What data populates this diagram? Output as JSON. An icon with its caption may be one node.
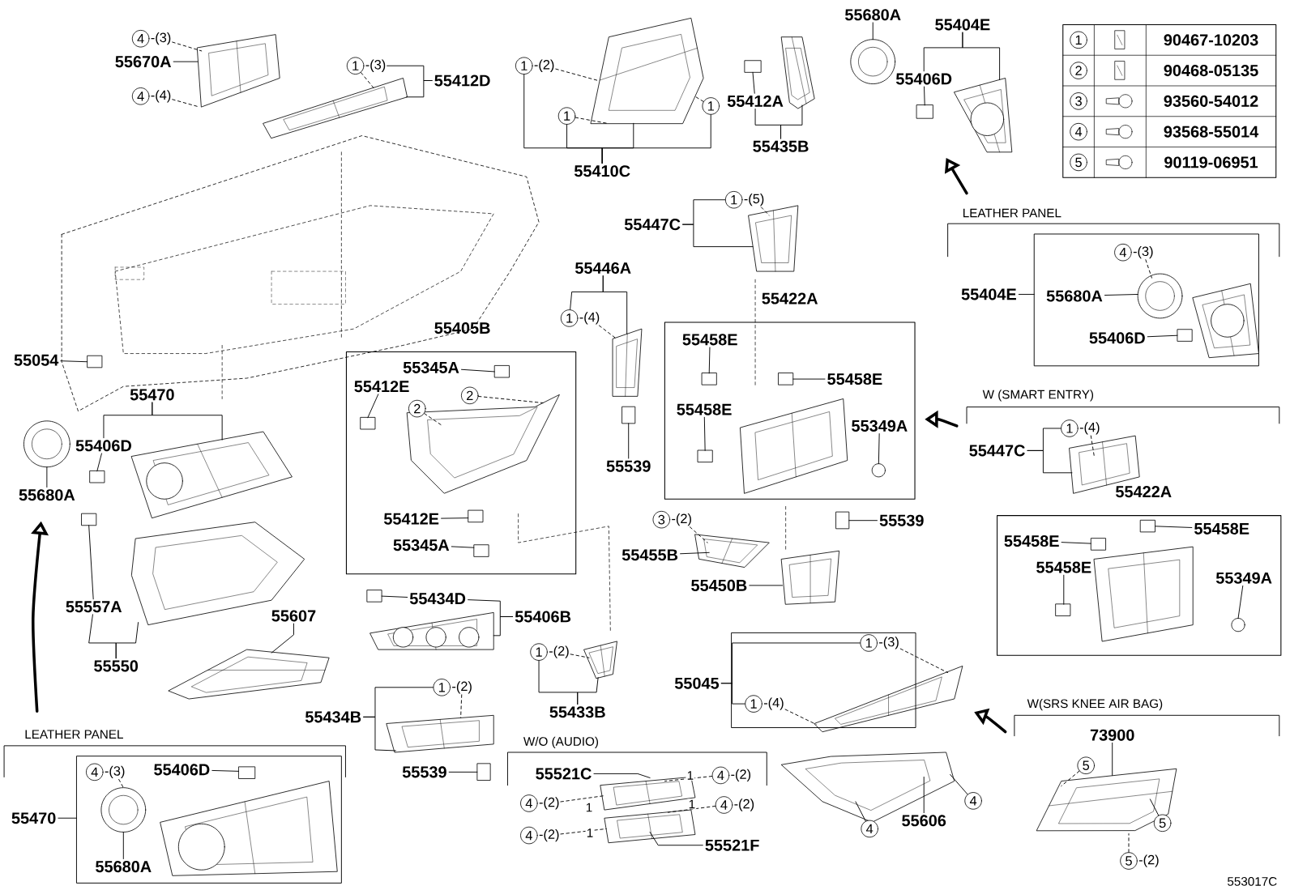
{
  "diagram": {
    "nodes": [
      {
        "text": [
          "4"
        ],
        "beside": [
          "-(3)"
        ]
      },
      {
        "text": [
          "55670A"
        ]
      },
      {
        "text": [
          "4"
        ],
        "beside": [
          "-(4)"
        ]
      },
      {
        "text": [
          "1"
        ],
        "beside": [
          "-(3)"
        ]
      },
      {
        "text": [
          "55412D"
        ]
      },
      {
        "text": [
          "1"
        ],
        "beside": [
          "-(2)"
        ]
      },
      {
        "text": [
          "1"
        ]
      },
      {
        "text": [
          "1"
        ]
      },
      {
        "text": [
          "55410C"
        ]
      },
      {
        "text": [
          "55412A"
        ]
      },
      {
        "text": [
          "55435B"
        ]
      },
      {
        "text": [
          "55680A"
        ]
      },
      {
        "text": [
          "55404E"
        ]
      },
      {
        "text": [
          "55406D"
        ]
      },
      {
        "text": [
          "1"
        ],
        "beside": [
          "-(5)"
        ]
      },
      {
        "text": [
          "55447C"
        ]
      },
      {
        "text": [
          "55446A"
        ]
      },
      {
        "text": [
          "1"
        ],
        "beside": [
          "-(4)"
        ]
      },
      {
        "text": [
          "55422A"
        ]
      },
      {
        "text": [
          "4"
        ],
        "beside": [
          "-(3)"
        ],
        "in": 133
      },
      {
        "text": [
          "55404E"
        ]
      },
      {
        "text": [
          "55680A"
        ],
        "in": 133
      },
      {
        "text": [
          "55406D"
        ],
        "in": 133
      },
      {
        "text": [
          "55054"
        ]
      },
      {
        "text": [
          "55405B"
        ]
      },
      {
        "text": [
          "55345A"
        ],
        "in": 24
      },
      {
        "text": [
          "55412E"
        ],
        "in": 24
      },
      {
        "text": [
          "2"
        ],
        "in": 24
      },
      {
        "text": [
          "2"
        ],
        "in": 24
      },
      {
        "text": [
          "55458E"
        ],
        "in": 18
      },
      {
        "text": [
          "55458E"
        ],
        "in": 18
      },
      {
        "text": [
          "55458E"
        ],
        "in": 18
      },
      {
        "text": [
          "55349A"
        ],
        "in": 18
      },
      {
        "text": [
          "55470"
        ]
      },
      {
        "text": [
          "55406D"
        ]
      },
      {
        "text": [
          "55539"
        ]
      },
      {
        "text": [
          "1"
        ],
        "beside": [
          "-(4)"
        ]
      },
      {
        "text": [
          "55447C"
        ]
      },
      {
        "text": [
          "55680A"
        ]
      },
      {
        "text": [
          "55412E"
        ],
        "in": 24
      },
      {
        "text": [
          "55345A"
        ],
        "in": 24
      },
      {
        "text": [
          "3"
        ],
        "beside": [
          "-(2)"
        ]
      },
      {
        "text": [
          "55539"
        ]
      },
      {
        "text": [
          "55422A"
        ]
      },
      {
        "text": [
          "55458E"
        ],
        "in": 43
      },
      {
        "text": [
          "55458E"
        ],
        "in": 43
      },
      {
        "text": [
          "55455B"
        ]
      },
      {
        "text": [
          "55450B"
        ]
      },
      {
        "text": [
          "55458E"
        ],
        "in": 43
      },
      {
        "text": [
          "55349A"
        ],
        "in": 43
      },
      {
        "text": [
          "55557A"
        ]
      },
      {
        "text": [
          "55434D"
        ]
      },
      {
        "text": [
          "55406B"
        ]
      },
      {
        "text": [
          "55607"
        ]
      },
      {
        "text": [
          "1"
        ],
        "beside": [
          "-(3)"
        ]
      },
      {
        "text": [
          "55550"
        ]
      },
      {
        "text": [
          "1"
        ],
        "beside": [
          "-(2)"
        ]
      },
      {
        "text": [
          "55045"
        ]
      },
      {
        "text": [
          "1"
        ],
        "beside": [
          "-(2)"
        ]
      },
      {
        "text": [
          "55433B"
        ]
      },
      {
        "text": [
          "55434B"
        ]
      },
      {
        "text": [
          "1"
        ],
        "beside": [
          "-(4)"
        ]
      },
      {
        "text": [
          "73900"
        ]
      },
      {
        "text": [
          "4"
        ],
        "beside": [
          "-(3)"
        ],
        "in": 134
      },
      {
        "text": [
          "55406D"
        ],
        "in": 134
      },
      {
        "text": [
          "55539"
        ]
      },
      {
        "text": [
          "5"
        ]
      },
      {
        "text": [
          "55521C"
        ]
      },
      {
        "text": [
          "4"
        ],
        "beside": [
          "-(2)"
        ]
      },
      {
        "text": [
          "55470"
        ]
      },
      {
        "text": [
          "4"
        ],
        "beside": [
          "-(2)"
        ]
      },
      {
        "text": [
          "4"
        ],
        "beside": [
          "-(2)"
        ]
      },
      {
        "text": [
          "4"
        ]
      },
      {
        "text": [
          "5"
        ]
      },
      {
        "text": [
          "55606"
        ]
      },
      {
        "text": [
          "4"
        ]
      },
      {
        "text": [
          "4"
        ],
        "beside": [
          "-(2)"
        ]
      },
      {
        "text": [
          "55521F"
        ]
      },
      {
        "text": [
          "55680A"
        ],
        "in": 134
      },
      {
        "text": [
          "5"
        ],
        "beside": [
          "-(2)"
        ]
      },
      {
        "text": [],
        "shape": "picture"
      },
      {
        "text": [],
        "shape": "picture"
      },
      {
        "text": [],
        "shape": "picture"
      },
      {
        "text": [],
        "shape": "box"
      },
      {
        "text": [],
        "shape": "picture"
      },
      {
        "text": [],
        "shape": "circle"
      },
      {
        "text": [],
        "shape": "picture"
      },
      {
        "text": [],
        "shape": "box"
      },
      {
        "text": [],
        "shape": "picture"
      },
      {
        "text": [],
        "shape": "circle",
        "in": 133
      },
      {
        "text": [],
        "shape": "picture",
        "in": 133
      },
      {
        "text": [],
        "shape": "box",
        "in": 133
      },
      {
        "text": [],
        "shape": "picture"
      },
      {
        "text": [],
        "shape": "box"
      },
      {
        "text": [],
        "shape": "box",
        "in": 24
      },
      {
        "text": [],
        "shape": "box",
        "in": 24
      },
      {
        "text": [],
        "shape": "picture",
        "in": 24
      },
      {
        "text": [],
        "shape": "box",
        "in": 18
      },
      {
        "text": [],
        "shape": "box",
        "in": 18
      },
      {
        "text": [],
        "shape": "picture",
        "in": 18
      },
      {
        "text": [],
        "shape": "box",
        "in": 18
      },
      {
        "text": [],
        "shape": "circle",
        "in": 18
      },
      {
        "text": [],
        "shape": "box"
      },
      {
        "text": [],
        "shape": "picture"
      },
      {
        "text": [],
        "shape": "circle"
      },
      {
        "text": [],
        "shape": "picture"
      },
      {
        "text": [],
        "shape": "box"
      },
      {
        "text": [],
        "shape": "box",
        "in": 24
      },
      {
        "text": [],
        "shape": "box",
        "in": 24
      },
      {
        "text": [],
        "shape": "box"
      },
      {
        "text": [],
        "shape": "box"
      },
      {
        "text": [],
        "shape": "box",
        "in": 43
      },
      {
        "text": [],
        "shape": "box",
        "in": 43
      },
      {
        "text": [],
        "shape": "picture",
        "in": 43
      },
      {
        "text": [],
        "shape": "box",
        "in": 43
      },
      {
        "text": [],
        "shape": "circle",
        "in": 43
      },
      {
        "text": [],
        "shape": "picture"
      },
      {
        "text": [],
        "shape": "picture"
      },
      {
        "text": [],
        "shape": "picture"
      },
      {
        "text": [],
        "shape": "box"
      },
      {
        "text": [],
        "shape": "picture"
      },
      {
        "text": [],
        "shape": "picture"
      },
      {
        "text": [],
        "shape": "picture"
      },
      {
        "text": [],
        "shape": "picture"
      },
      {
        "text": [],
        "shape": "picture"
      },
      {
        "text": [],
        "shape": "box"
      },
      {
        "text": [],
        "shape": "box",
        "in": 134
      },
      {
        "text": [],
        "shape": "circle",
        "in": 134
      },
      {
        "text": [],
        "shape": "picture",
        "in": 134
      },
      {
        "text": [],
        "shape": "picture"
      },
      {
        "text": [],
        "shape": "picture"
      },
      {
        "text": [],
        "shape": "picture"
      },
      {
        "text": [],
        "shape": "picture"
      },
      {
        "text": [],
        "shape": "box"
      },
      {
        "text": [],
        "shape": "box"
      }
    ],
    "edges": [
      {
        "from": 0,
        "to": 80,
        "arrow": "none",
        "style": "dashed"
      },
      {
        "from": 1,
        "to": 80,
        "arrow": "none"
      },
      {
        "from": 2,
        "to": 80,
        "arrow": "none",
        "style": "dashed"
      },
      {
        "from": 3,
        "to": 81,
        "arrow": "none",
        "style": "dashed"
      },
      {
        "from": 4,
        "to": 3,
        "arrow": "none"
      },
      {
        "from": 4,
        "to": 81,
        "arrow": "none"
      },
      {
        "from": 5,
        "to": 82,
        "arrow": "none",
        "style": "dashed"
      },
      {
        "from": 6,
        "to": 82,
        "arrow": "none",
        "style": "dashed"
      },
      {
        "from": 7,
        "to": 82,
        "arrow": "none",
        "style": "dashed"
      },
      {
        "from": 8,
        "to": 5,
        "arrow": "none"
      },
      {
        "from": 8,
        "to": 6,
        "arrow": "none"
      },
      {
        "from": 8,
        "to": 7,
        "arrow": "none"
      },
      {
        "from": 8,
        "to": 82,
        "arrow": "none"
      },
      {
        "from": 9,
        "to": 83,
        "arrow": "none"
      },
      {
        "from": 10,
        "to": 84,
        "arrow": "none"
      },
      {
        "from": 10,
        "to": 9,
        "arrow": "none"
      },
      {
        "from": 11,
        "to": 85,
        "arrow": "none"
      },
      {
        "from": 12,
        "to": 13,
        "arrow": "none"
      },
      {
        "from": 12,
        "to": 86,
        "arrow": "none"
      },
      {
        "from": 13,
        "to": 87,
        "arrow": "none"
      },
      {
        "from": 14,
        "to": 88,
        "arrow": "none",
        "style": "dashed"
      },
      {
        "from": 15,
        "to": 14,
        "arrow": "none"
      },
      {
        "from": 15,
        "to": 88,
        "arrow": "none"
      },
      {
        "from": 16,
        "to": 17,
        "arrow": "none"
      },
      {
        "from": 16,
        "to": 92,
        "arrow": "none"
      },
      {
        "from": 17,
        "to": 92,
        "arrow": "none",
        "style": "dashed"
      },
      {
        "from": 19,
        "to": 89,
        "arrow": "none",
        "style": "dashed"
      },
      {
        "from": 20,
        "to": 133,
        "arrow": "none"
      },
      {
        "from": 21,
        "to": 89,
        "arrow": "none"
      },
      {
        "from": 22,
        "to": 91,
        "arrow": "none"
      },
      {
        "from": 23,
        "to": 93,
        "arrow": "none"
      },
      {
        "from": 25,
        "to": 94,
        "arrow": "none"
      },
      {
        "from": 26,
        "to": 95,
        "arrow": "none"
      },
      {
        "from": 27,
        "to": 96,
        "arrow": "none",
        "style": "dashed"
      },
      {
        "from": 28,
        "to": 96,
        "arrow": "none",
        "style": "dashed"
      },
      {
        "from": 29,
        "to": 97,
        "arrow": "none"
      },
      {
        "from": 30,
        "to": 98,
        "arrow": "none"
      },
      {
        "from": 31,
        "to": 100,
        "arrow": "none"
      },
      {
        "from": 32,
        "to": 101,
        "arrow": "none"
      },
      {
        "from": 33,
        "to": 34,
        "arrow": "none"
      },
      {
        "from": 33,
        "to": 105,
        "arrow": "none"
      },
      {
        "from": 34,
        "to": 106,
        "arrow": "none"
      },
      {
        "from": 35,
        "to": 102,
        "arrow": "none"
      },
      {
        "from": 36,
        "to": 103,
        "arrow": "none",
        "style": "dashed"
      },
      {
        "from": 37,
        "to": 36,
        "arrow": "none"
      },
      {
        "from": 37,
        "to": 103,
        "arrow": "none"
      },
      {
        "from": 38,
        "to": 104,
        "arrow": "none"
      },
      {
        "from": 39,
        "to": 107,
        "arrow": "none"
      },
      {
        "from": 40,
        "to": 108,
        "arrow": "none"
      },
      {
        "from": 41,
        "to": 116,
        "arrow": "none",
        "style": "dashed"
      },
      {
        "from": 42,
        "to": 110,
        "arrow": "none"
      },
      {
        "from": 44,
        "to": 112,
        "arrow": "none"
      },
      {
        "from": 45,
        "to": 111,
        "arrow": "none"
      },
      {
        "from": 46,
        "to": 116,
        "arrow": "none"
      },
      {
        "from": 47,
        "to": 117,
        "arrow": "none"
      },
      {
        "from": 48,
        "to": 114,
        "arrow": "none"
      },
      {
        "from": 49,
        "to": 115,
        "arrow": "none"
      },
      {
        "from": 50,
        "to": 109,
        "arrow": "none"
      },
      {
        "from": 51,
        "to": 119,
        "arrow": "none"
      },
      {
        "from": 52,
        "to": 51,
        "arrow": "none"
      },
      {
        "from": 52,
        "to": 120,
        "arrow": "none"
      },
      {
        "from": 53,
        "to": 121,
        "arrow": "none"
      },
      {
        "from": 54,
        "to": 123,
        "arrow": "none",
        "style": "dashed"
      },
      {
        "from": 55,
        "to": 50,
        "arrow": "none"
      },
      {
        "from": 55,
        "to": 118,
        "arrow": "none"
      },
      {
        "from": 56,
        "to": 122,
        "arrow": "none",
        "style": "dashed"
      },
      {
        "from": 57,
        "to": 54,
        "arrow": "none"
      },
      {
        "from": 57,
        "to": 61,
        "arrow": "none"
      },
      {
        "from": 58,
        "to": 124,
        "arrow": "none",
        "style": "dashed"
      },
      {
        "from": 59,
        "to": 56,
        "arrow": "none"
      },
      {
        "from": 59,
        "to": 122,
        "arrow": "none"
      },
      {
        "from": 60,
        "to": 58,
        "arrow": "none"
      },
      {
        "from": 60,
        "to": 124,
        "arrow": "none"
      },
      {
        "from": 61,
        "to": 123,
        "arrow": "none",
        "style": "dashed"
      },
      {
        "from": 62,
        "to": 132,
        "arrow": "none"
      },
      {
        "from": 63,
        "to": 127,
        "arrow": "none",
        "style": "dashed"
      },
      {
        "from": 64,
        "to": 126,
        "arrow": "none"
      },
      {
        "from": 65,
        "to": 125,
        "arrow": "none"
      },
      {
        "from": 66,
        "to": 132,
        "arrow": "none",
        "style": "dashed"
      },
      {
        "from": 67,
        "to": 129,
        "arrow": "none"
      },
      {
        "from": 68,
        "to": 129,
        "arrow": "none",
        "style": "dashed"
      },
      {
        "from": 69,
        "to": 134,
        "arrow": "none"
      },
      {
        "from": 70,
        "to": 129,
        "arrow": "none",
        "style": "dashed"
      },
      {
        "from": 71,
        "to": 130,
        "arrow": "none",
        "style": "dashed"
      },
      {
        "from": 72,
        "to": 131,
        "arrow": "none"
      },
      {
        "from": 73,
        "to": 132,
        "arrow": "none"
      },
      {
        "from": 74,
        "to": 131,
        "arrow": "none"
      },
      {
        "from": 75,
        "to": 131,
        "arrow": "none"
      },
      {
        "from": 76,
        "to": 130,
        "arrow": "none",
        "style": "dashed"
      },
      {
        "from": 77,
        "to": 130,
        "arrow": "none"
      },
      {
        "from": 78,
        "to": 127,
        "arrow": "none"
      },
      {
        "from": 79,
        "to": 132,
        "arrow": "none",
        "style": "dashed"
      }
    ],
    "labels": [
      "1",
      "90467-10203",
      "2",
      "90468-05135",
      "3",
      "93560-54012",
      "4",
      "93568-55014",
      "5",
      "90119-06951",
      "LEATHER PANEL",
      "W (SMART ENTRY)",
      "W(SRS KNEE AIR BAG)",
      "LEATHER PANEL",
      "W/O (AUDIO)",
      "1",
      "1",
      "1",
      "1",
      "553017C"
    ]
  }
}
